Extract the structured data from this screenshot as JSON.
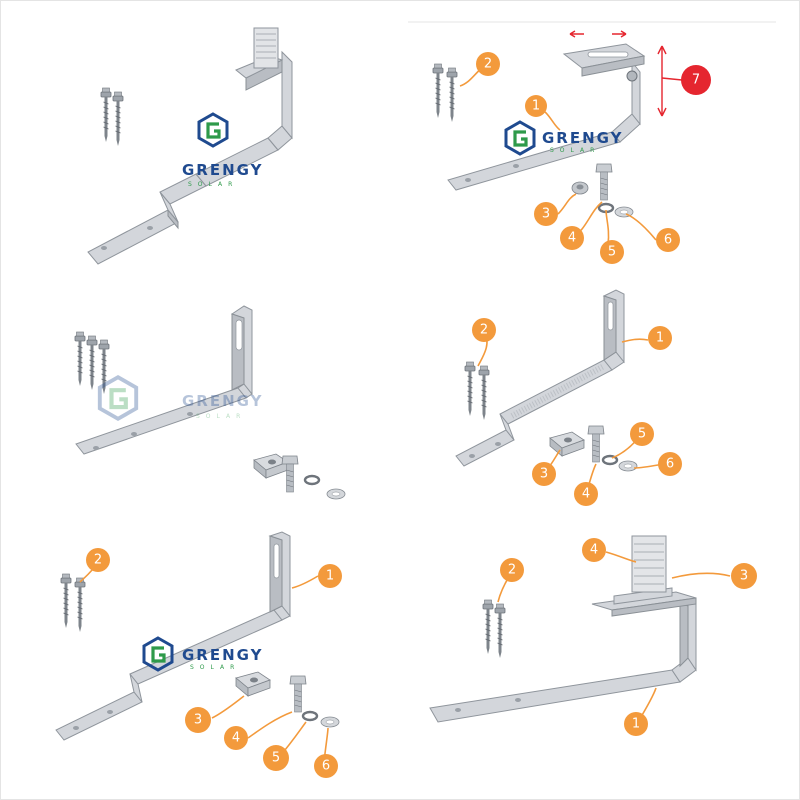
{
  "brand": {
    "name": "GRENGY",
    "sub": "SOLAR"
  },
  "colors": {
    "callout_orange": "#f39a3c",
    "callout_red": "#e5262f",
    "logo_blue": "#1f4a8f",
    "logo_green": "#2e9a4a",
    "metal": "#d3d6db"
  },
  "panels": [
    {
      "id": "top-left",
      "callouts": []
    },
    {
      "id": "top-right",
      "callouts": [
        "1",
        "2",
        "3",
        "4",
        "5",
        "6",
        "7"
      ]
    },
    {
      "id": "mid-left",
      "callouts": []
    },
    {
      "id": "mid-right",
      "callouts": [
        "1",
        "2",
        "3",
        "4",
        "5",
        "6"
      ]
    },
    {
      "id": "bottom-left",
      "callouts": [
        "1",
        "2",
        "3",
        "4",
        "5",
        "6"
      ]
    },
    {
      "id": "bottom-right",
      "callouts": [
        "1",
        "2",
        "3",
        "4"
      ]
    }
  ],
  "labels": {
    "p2": {
      "c1": "1",
      "c2": "2",
      "c3": "3",
      "c4": "4",
      "c5": "5",
      "c6": "6",
      "c7": "7"
    },
    "p4": {
      "c1": "1",
      "c2": "2",
      "c3": "3",
      "c4": "4",
      "c5": "5",
      "c6": "6"
    },
    "p5": {
      "c1": "1",
      "c2": "2",
      "c3": "3",
      "c4": "4",
      "c5": "5",
      "c6": "6"
    },
    "p6": {
      "c1": "1",
      "c2": "2",
      "c3": "3",
      "c4": "4"
    }
  }
}
